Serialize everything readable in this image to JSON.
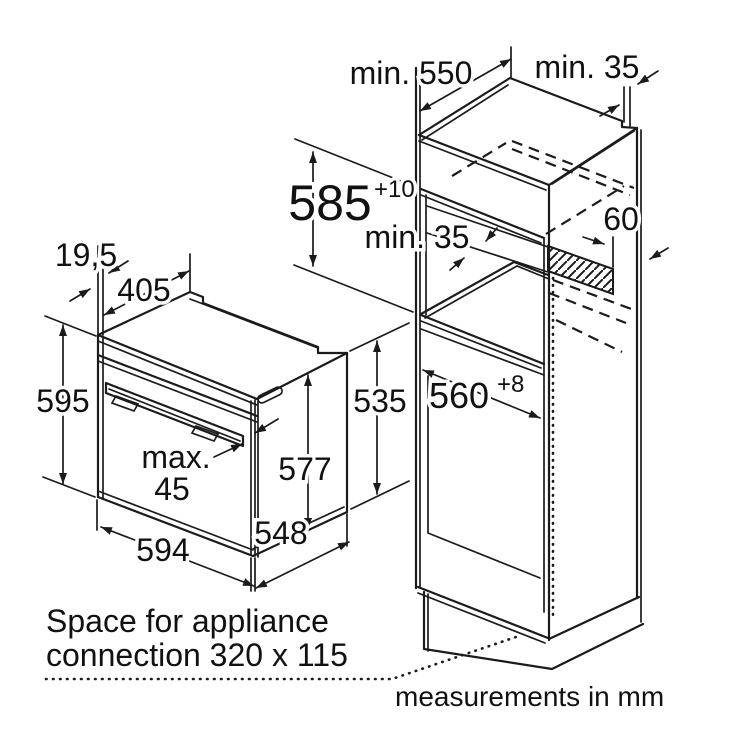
{
  "diagram": {
    "units_note": "measurements in mm",
    "connection_note": {
      "line1": "Space for appliance",
      "line2": "connection 320 x 115"
    },
    "oven": {
      "offset_top": "19,5",
      "depth_top": "405",
      "height_total": "595",
      "door_label": "max.",
      "door_value": "45",
      "height_front": "577",
      "width": "594",
      "depth_body": "548",
      "height_side": "535"
    },
    "cabinet": {
      "depth_min": "min. 550",
      "wall_gap_min": "min. 35",
      "niche_height": "585",
      "niche_height_tol": "+10",
      "rear_gap_min": "min. 35",
      "vent_depth": "60",
      "niche_width": "560",
      "niche_width_tol": "+8"
    },
    "line_color": "#1b1b1b",
    "background": "#ffffff"
  }
}
